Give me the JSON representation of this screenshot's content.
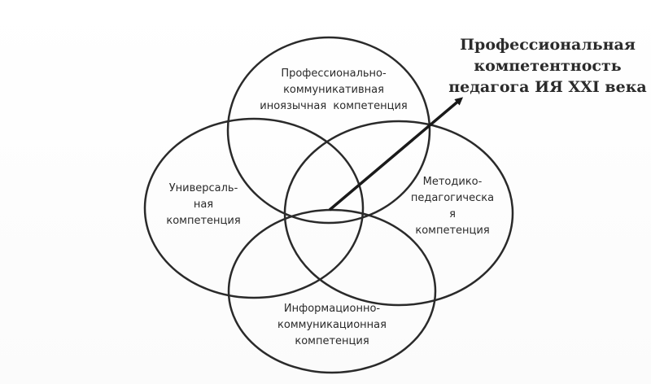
{
  "title": {
    "lines": [
      "Профессиональная",
      "компетентность",
      "педагога ИЯ XXI века"
    ]
  },
  "circles": [
    {
      "id": "top",
      "lines": [
        "Профессионально-",
        "коммуникативная",
        "иноязычная  компетенция"
      ]
    },
    {
      "id": "left",
      "lines": [
        "Универсаль-",
        "ная",
        "компетенция"
      ]
    },
    {
      "id": "right",
      "lines": [
        "Методико-",
        "педагогическа",
        "я",
        "компетенция"
      ]
    },
    {
      "id": "bottom",
      "lines": [
        "Информационно-",
        "коммуникационная",
        "компетенция"
      ]
    }
  ],
  "colors": {
    "stroke": "#2a2a2a",
    "text": "#2a2a2a"
  }
}
